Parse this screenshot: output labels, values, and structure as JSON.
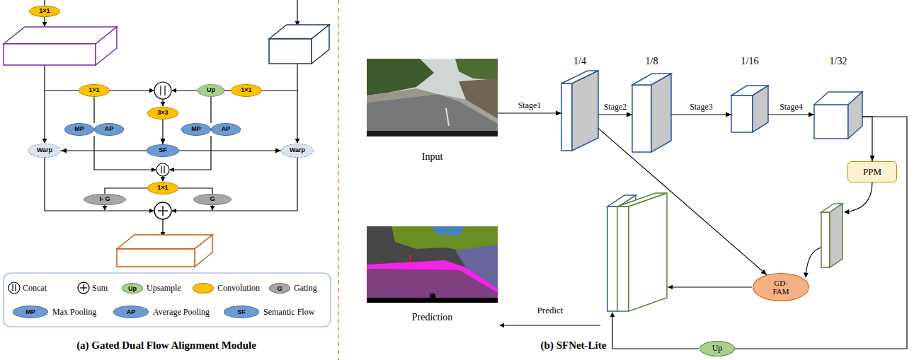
{
  "diagram": {
    "nodes": [
      {
        "text": [
          "1×1"
        ]
      },
      {
        "text": [
          "1×1"
        ]
      },
      {
        "text": [
          "1×1"
        ]
      },
      {
        "text": [
          "Up"
        ]
      },
      {
        "text": [
          "3×3"
        ]
      },
      {
        "text": [
          "MP"
        ]
      },
      {
        "text": [
          "AP"
        ]
      },
      {
        "text": [
          "MP"
        ]
      },
      {
        "text": [
          "AP"
        ]
      },
      {
        "text": [
          "SF"
        ]
      },
      {
        "text": [
          "Warp"
        ]
      },
      {
        "text": [
          "Warp"
        ]
      },
      {
        "text": [
          "1×1"
        ]
      },
      {
        "text": [
          "I- G"
        ]
      },
      {
        "text": [
          "G"
        ]
      },
      {
        "text": [
          "Input"
        ]
      },
      {
        "text": [
          "1/4"
        ]
      },
      {
        "text": [
          "1/8"
        ]
      },
      {
        "text": [
          "1/16"
        ]
      },
      {
        "text": [
          "1/32"
        ]
      },
      {
        "text": [
          "PPM"
        ]
      },
      {
        "text": [
          "GD- FAM"
        ]
      },
      {
        "text": [
          "Prediction"
        ]
      },
      {
        "text": [
          "Up"
        ]
      }
    ],
    "edges": [
      {
        "from": 2,
        "to": 3,
        "arrow": "none"
      },
      {
        "from": 1,
        "to": 5,
        "arrow": "none"
      },
      {
        "from": 3,
        "to": 7,
        "arrow": "none"
      },
      {
        "from": 4,
        "to": 9,
        "arrow": "to"
      },
      {
        "from": 9,
        "to": 10,
        "arrow": "to"
      },
      {
        "from": 9,
        "to": 11,
        "arrow": "to"
      },
      {
        "from": 12,
        "to": 13,
        "arrow": "none"
      },
      {
        "from": 12,
        "to": 14,
        "arrow": "none"
      },
      {
        "from": 15,
        "to": 16,
        "label": "Stage1",
        "arrow": "to"
      },
      {
        "from": 16,
        "to": 17,
        "label": "Stage2",
        "arrow": "to"
      },
      {
        "from": 17,
        "to": 18,
        "label": "Stage3",
        "arrow": "to"
      },
      {
        "from": 18,
        "to": 19,
        "label": "Stage4",
        "arrow": "to"
      },
      {
        "from": 19,
        "to": 20,
        "arrow": "to"
      },
      {
        "from": 16,
        "to": 21,
        "arrow": "to"
      },
      {
        "from": 19,
        "to": 23,
        "arrow": "none"
      }
    ],
    "labels": [
      "Up",
      "G",
      "MP",
      "AP",
      "SF",
      "(a) Gated Dual Flow Alignment Module",
      "Predict",
      "(b) SFNet-Lite"
    ],
    "legend": [
      {
        "text": "Concat"
      },
      {
        "text": "Sum"
      },
      {
        "text": "Upsample",
        "color": "#a9d18e"
      },
      {
        "text": "Convolution",
        "color": "#ffc000"
      },
      {
        "text": "Gating",
        "color": "#a6a6a6"
      },
      {
        "text": "Max Pooling",
        "color": "#6c9bd2"
      },
      {
        "text": "Average Pooling",
        "color": "#6c9bd2"
      },
      {
        "text": "Semantic Flow",
        "color": "#6c9bd2"
      }
    ]
  }
}
